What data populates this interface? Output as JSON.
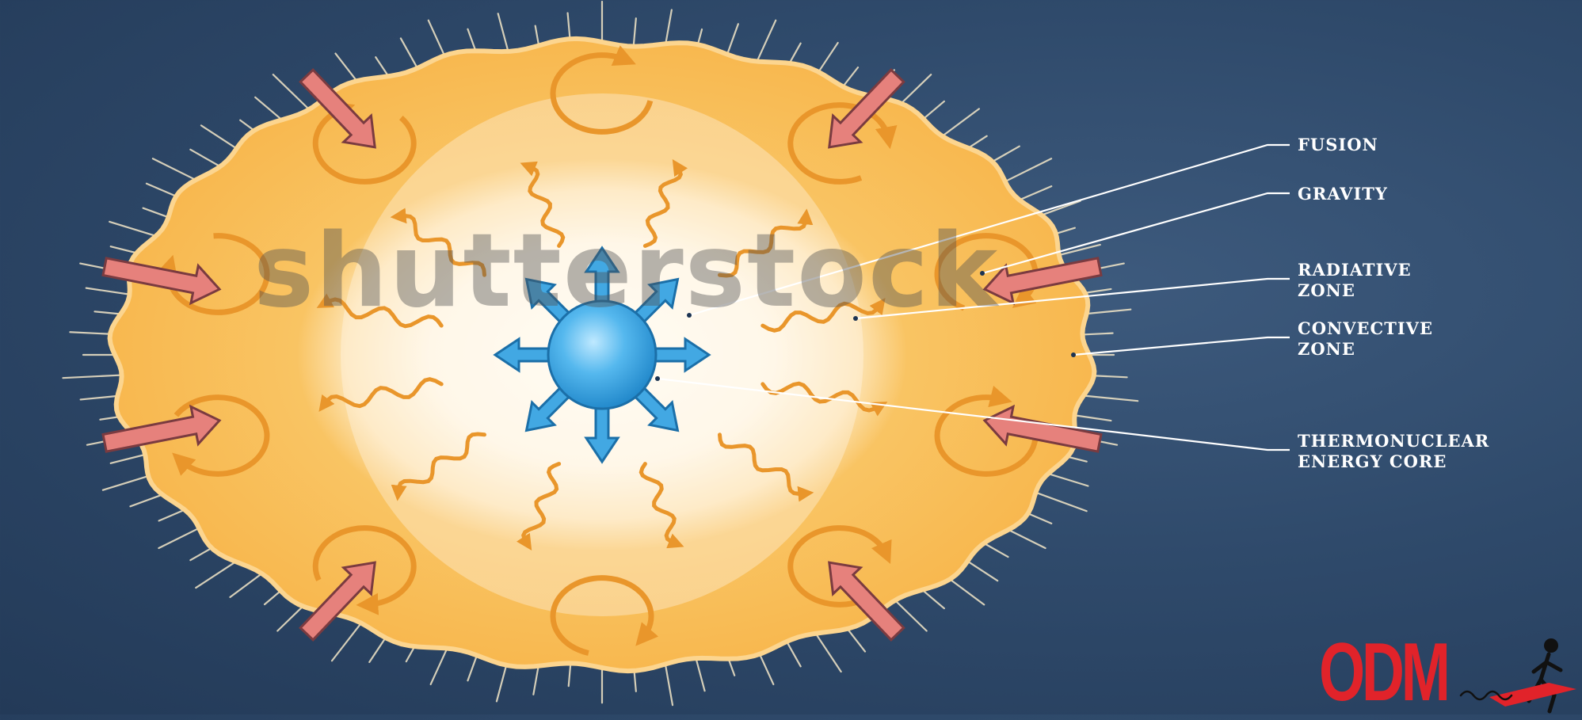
{
  "labels": {
    "fusion": "FUSION",
    "gravity": "GRAVITY",
    "radiative": "RADIATIVE\nZONE",
    "convective": "CONVECTIVE\nZONE",
    "core": "THERMONUCLEAR\nENERGY CORE"
  },
  "watermark": "shutterstock",
  "logo": "ODM",
  "colors": {
    "background": "#2f4a6b",
    "sun_outer": "#f9bd54",
    "sun_inner": "#fffdf6",
    "core": "#35a4e0",
    "gravity_arrow": "#e6817c",
    "convection": "#e9962b",
    "radiation": "#e9962b",
    "logo": "#e1232a"
  },
  "icons": [
    "sun-diagram",
    "fusion-core-icon",
    "gravity-arrow-icon",
    "convection-loop-icon",
    "radiation-wave-icon",
    "runner-icon"
  ]
}
